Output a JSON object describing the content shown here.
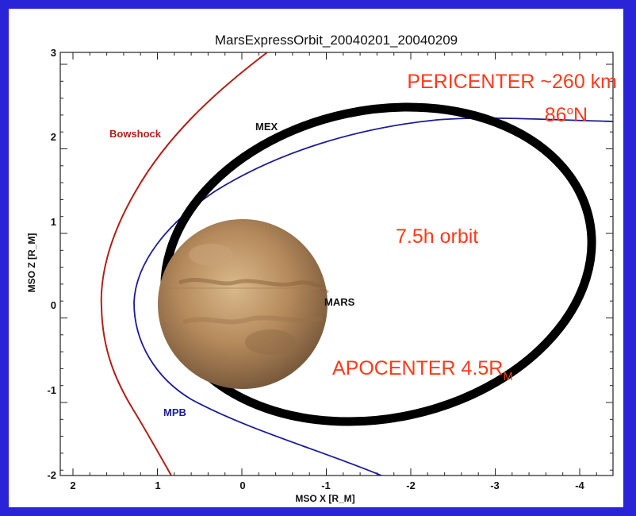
{
  "figure": {
    "title": "MarsExpressOrbit_20040201_20040209",
    "x_axis_label": "MSO X [R_M]",
    "y_axis_label": "MSO Z [R_M]",
    "x_ticks": [
      "2",
      "1",
      "0",
      "-1",
      "-2",
      "-3",
      "-4"
    ],
    "y_ticks": [
      "3",
      "2",
      "1",
      "0",
      "-1",
      "-2"
    ],
    "x_range": [
      2,
      -4.5
    ],
    "y_range": [
      -2,
      3
    ]
  },
  "labels": {
    "bowshock": "Bowshock",
    "mex": "MEX",
    "mars": "MARS",
    "mpb": "MPB"
  },
  "annotations": {
    "pericenter": "PERICENTER ~260 km",
    "latitude_value": "86",
    "latitude_sup": "o",
    "latitude_dir": "N",
    "orbit_period": "7.5h orbit",
    "apocenter_text": "APOCENTER 4.5R",
    "apocenter_sub": "M"
  },
  "colors": {
    "page_bg": "#2a24d8",
    "annotation": "#ff3a1a",
    "bowshock": "#b02018",
    "mpb": "#1a1a9a",
    "orbit": "#000000"
  }
}
